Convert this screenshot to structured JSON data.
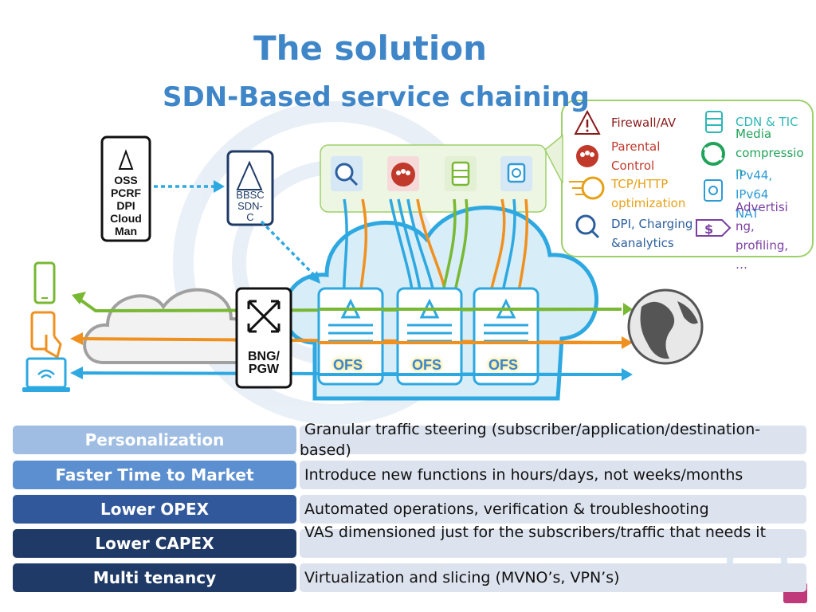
{
  "title": "The solution",
  "subtitle": "SDN-Based service chaining",
  "oss_box": {
    "lines": [
      "OSS",
      "PCRF",
      "DPI",
      "Cloud",
      "Man"
    ]
  },
  "bbsc_box": {
    "lines": [
      "BBSC",
      "SDN-",
      "C"
    ]
  },
  "bng_box": {
    "lines": [
      "BNG/",
      "PGW"
    ]
  },
  "ofs_labels": [
    "OFS",
    "OFS",
    "OFS"
  ],
  "vas_left": [
    {
      "text": "Firewall/AV",
      "color": "#8b1a1a",
      "icon": "warning-icon"
    },
    {
      "text": "Parental\nControl",
      "color": "#c0392b",
      "icon": "people-icon"
    },
    {
      "text": "TCP/HTTP\noptimization",
      "color": "#e6a117",
      "icon": "speed-globe-icon"
    },
    {
      "text": "DPI, Charging\n&analytics",
      "color": "#2c5f9e",
      "icon": "analytics-icon"
    }
  ],
  "vas_right": [
    {
      "text": "CDN & TIC",
      "color": "#2fb7b7",
      "icon": "storage-icon"
    },
    {
      "text": "Media\ncompressio\nn",
      "color": "#21a35a",
      "icon": "compress-icon"
    },
    {
      "text": "IPv44,\nIPv64\nNAT",
      "color": "#2c9bd6",
      "icon": "gear-chip-icon"
    },
    {
      "text": "Advertisi\nng,\nprofiling,\n…",
      "color": "#7b3fa0",
      "icon": "price-tag-icon"
    }
  ],
  "benefits": [
    {
      "label": "Personalization",
      "desc": "Granular traffic steering (subscriber/application/destination-based)",
      "color": "#9fbde3"
    },
    {
      "label": "Faster Time to Market",
      "desc": "Introduce new functions in hours/days, not weeks/months",
      "color": "#5b8fd0"
    },
    {
      "label": "Lower OPEX",
      "desc": "Automated operations, verification & troubleshooting",
      "color": "#30589b"
    },
    {
      "label": "Lower CAPEX",
      "desc": "VAS dimensioned just for the subscribers/traffic that needs it",
      "color": "#1f3a66"
    },
    {
      "label": "Multi tenancy",
      "desc": "Virtualization and slicing (MVNO’s, VPN’s)",
      "color": "#1f3a66"
    }
  ],
  "colors": {
    "title": "#3f86c9",
    "green_flow": "#78b833",
    "orange_flow": "#f0901e",
    "blue_flow": "#2ea8e0"
  }
}
